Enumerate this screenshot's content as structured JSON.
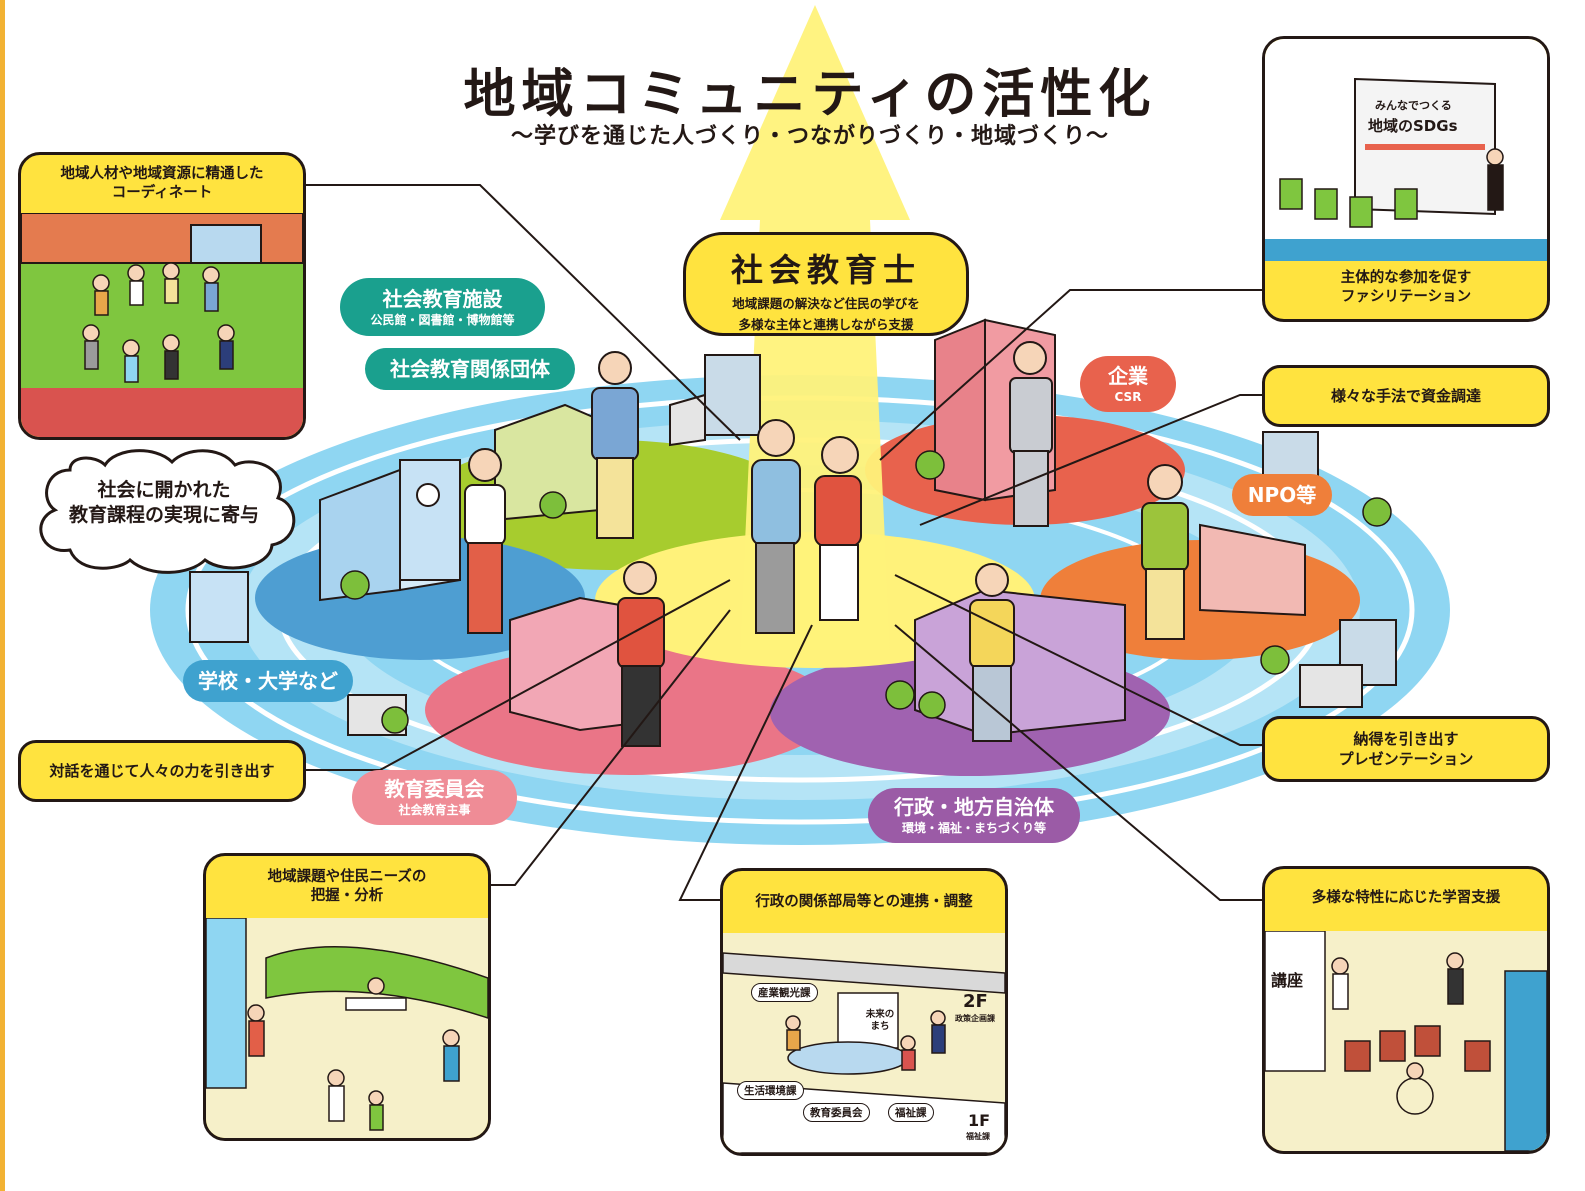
{
  "title": "地域コミュニティの活性化",
  "subtitle": "～学びを通じた人づくり・つながりづくり・地域づくり～",
  "center": {
    "title": "社会教育士",
    "description_line1": "地域課題の解決など住民の学びを",
    "description_line2": "多様な主体と連携しながら支援"
  },
  "stakeholders": {
    "facilities": {
      "main": "社会教育施設",
      "sub": "公民館・図書館・博物館等",
      "color": "#1aa08e"
    },
    "groups": {
      "main": "社会教育関係団体",
      "color": "#1aa08e"
    },
    "schools": {
      "main": "学校・大学など",
      "color": "#3fa2cf"
    },
    "board": {
      "main": "教育委員会",
      "sub": "社会教育主事",
      "color": "#ef8c96"
    },
    "government": {
      "main": "行政・地方自治体",
      "sub": "環境・福祉・まちづくり等",
      "color": "#9b5ba6"
    },
    "company": {
      "main": "企業",
      "sub": "CSR",
      "color": "#e8624d"
    },
    "npo": {
      "main": "NPO等",
      "color": "#ef7f3a"
    }
  },
  "cloud": {
    "line1": "社会に開かれた",
    "line2": "教育課程の実現に寄与"
  },
  "callouts": {
    "coordinate": {
      "line1": "地域人材や地域資源に精通した",
      "line2": "コーディネート"
    },
    "facilitation": {
      "line1": "主体的な参加を促す",
      "line2": "ファシリテーション"
    },
    "funding": {
      "line1": "様々な手法で資金調達"
    },
    "dialogue": {
      "line1": "対話を通じて人々の力を引き出す"
    },
    "presentation": {
      "line1": "納得を引き出す",
      "line2": "プレゼンテーション"
    },
    "analysis": {
      "line1": "地域課題や住民ニーズの",
      "line2": "把握・分析"
    },
    "coordination": {
      "line1": "行政の関係部局等との連携・調整"
    },
    "learning_support": {
      "line1": "多様な特性に応じた学習支援"
    }
  },
  "panel_labels": {
    "sdgs_line1": "みんなでつくる",
    "sdgs_line2": "地域のSDGs",
    "lecture": "講座",
    "dept_tourism": "産業観光課",
    "dept_environment": "生活環境課",
    "dept_board": "教育委員会",
    "dept_welfare": "福祉課",
    "floor_2f": "2F",
    "floor_2f_sub": "政策企画課",
    "floor_1f": "1F",
    "floor_1f_sub": "福祉課",
    "board_text": "未来のまち"
  }
}
